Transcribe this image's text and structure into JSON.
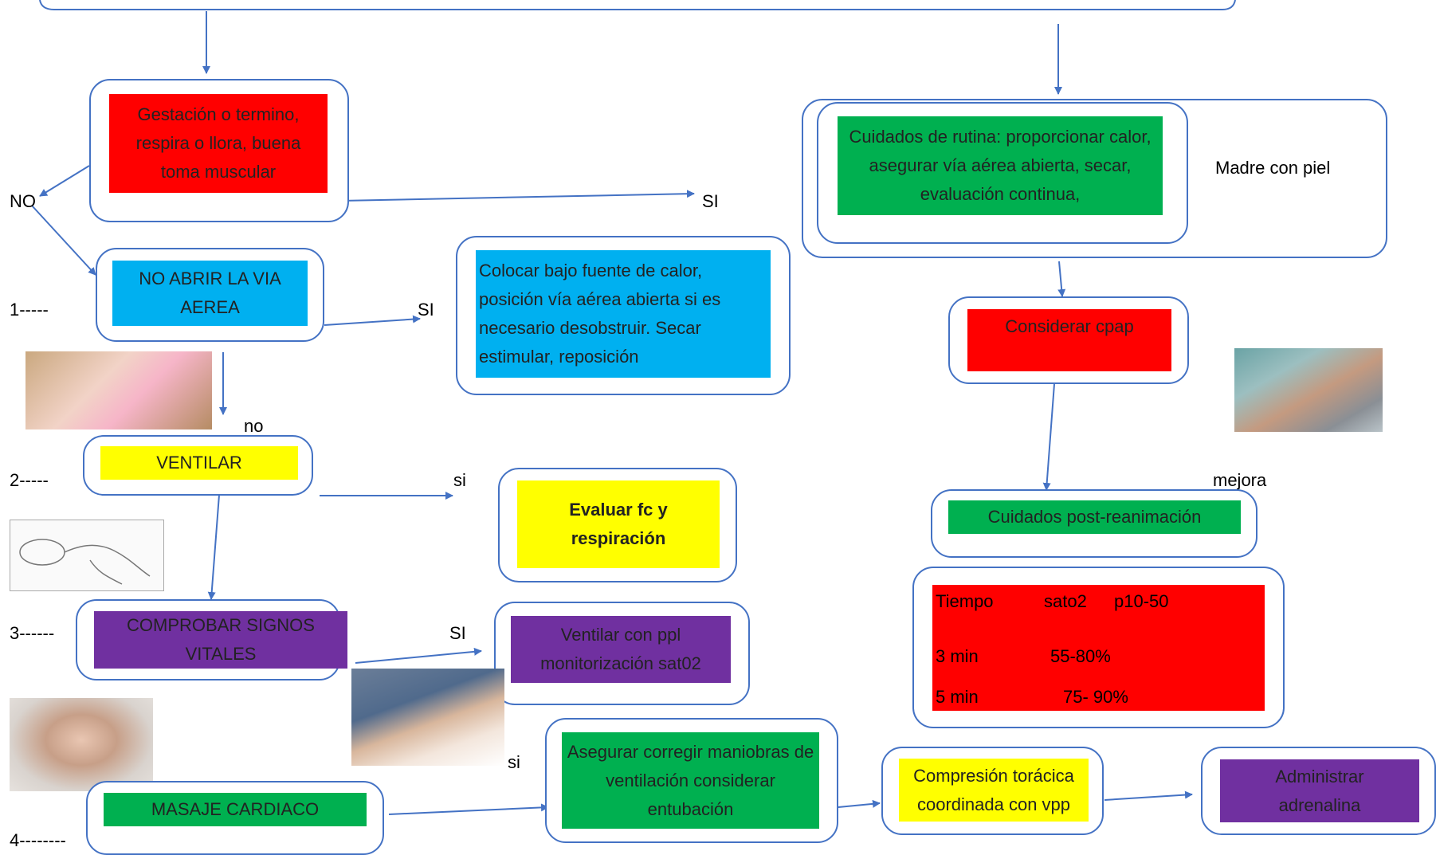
{
  "colors": {
    "stroke": "#4472c4",
    "red": "#ff0000",
    "blue": "#00b0f0",
    "yellow": "#ffff00",
    "purple": "#7030a0",
    "green": "#00b050"
  },
  "left": {
    "assess": "Gestación o termino, respira o llora, buena toma muscular",
    "label_no": "NO",
    "label_si_top": "SI",
    "airway": "NO ABRIR LA VIA AEREA",
    "step1": "1-----",
    "airway_si": "SI",
    "warm": "Colocar bajo fuente de calor, posición vía aérea abierta si es necesario desobstruir. Secar estimular, reposición",
    "label_no_lower": "no",
    "ventilate": "VENTILAR",
    "step2": "2-----",
    "ventilate_si": "si",
    "evaluate": "Evaluar fc y respiración",
    "check": "COMPROBAR SIGNOS VITALES",
    "step3": "3------",
    "check_si": "SI",
    "ppl": "Ventilar con ppl monitorización sat02",
    "massage": "MASAJE CARDIACO",
    "step4": "4--------",
    "massage_si": "si",
    "secure": "Asegurar corregir maniobras de ventilación considerar entubación",
    "compression": "Compresión torácica coordinada con vpp",
    "adrenaline": "Administrar adrenalina"
  },
  "right": {
    "routine": "Cuidados de rutina: proporcionar calor, asegurar vía aérea abierta, secar, evaluación continua,",
    "mother": "Madre con piel",
    "cpap": "Considerar cpap",
    "improves": "mejora",
    "post": "Cuidados post-reanimación",
    "table": {
      "header_col1": "Tiempo",
      "header_col2": "sato2",
      "header_col3": "p10-50",
      "rows": [
        {
          "time": "3 min",
          "value": "55-80%"
        },
        {
          "time": "5 min",
          "value": "75- 90%"
        }
      ]
    }
  },
  "images": [
    "infant-airway-photo",
    "ventilation-sketch",
    "crying-baby-photo",
    "cpr-infant-photo",
    "skin-to-skin-photo"
  ]
}
